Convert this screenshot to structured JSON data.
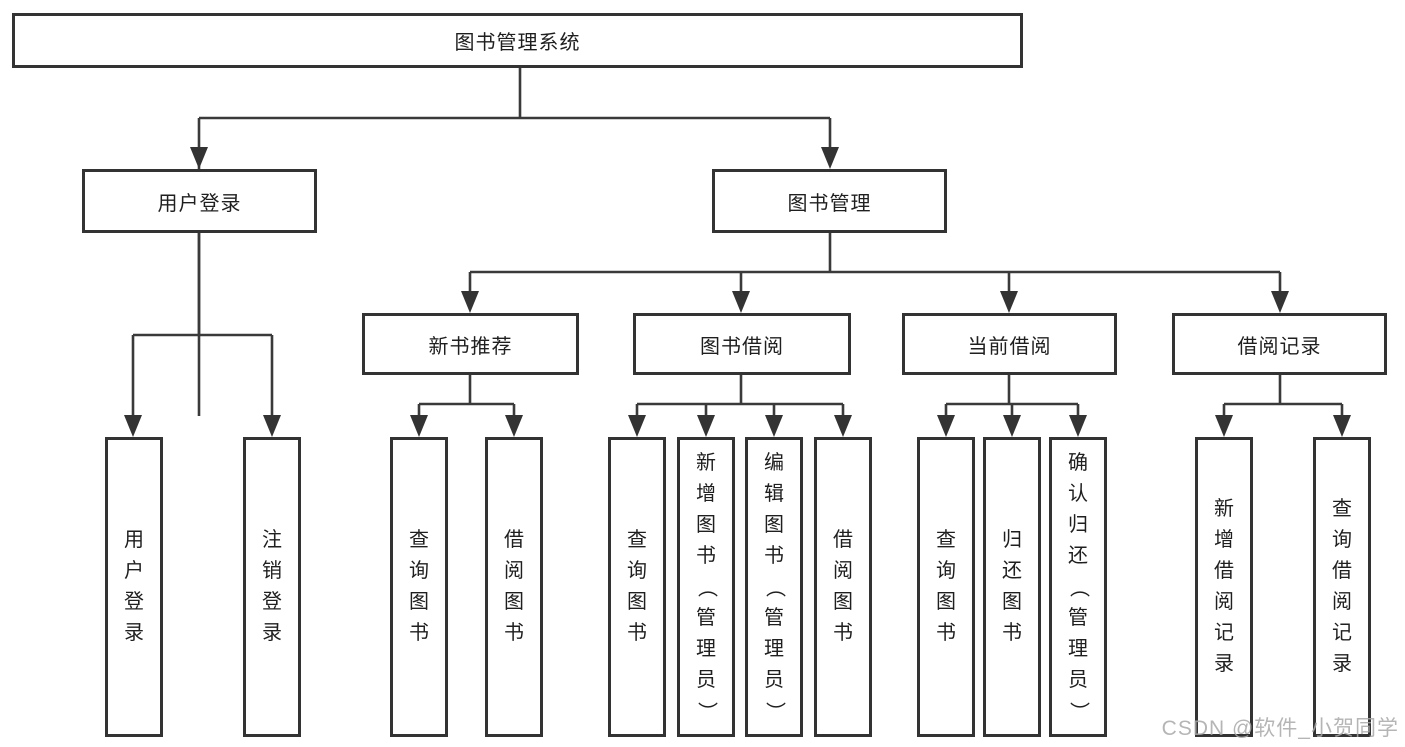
{
  "diagram": {
    "title": "图书管理系统",
    "root": {
      "label": "图书管理系统"
    },
    "level2": [
      {
        "label": "用户登录"
      },
      {
        "label": "图书管理"
      }
    ],
    "level3": [
      {
        "label": "新书推荐"
      },
      {
        "label": "图书借阅"
      },
      {
        "label": "当前借阅"
      },
      {
        "label": "借阅记录"
      }
    ],
    "leaves": [
      {
        "label": "用户登录"
      },
      {
        "label": "注销登录"
      },
      {
        "label": "查询图书"
      },
      {
        "label": "借阅图书"
      },
      {
        "label": "查询图书"
      },
      {
        "label": "新增图书（管理员）"
      },
      {
        "label": "编辑图书（管理员）"
      },
      {
        "label": "借阅图书"
      },
      {
        "label": "查询图书"
      },
      {
        "label": "归还图书"
      },
      {
        "label": "确认归还（管理员）"
      },
      {
        "label": "新增借阅记录"
      },
      {
        "label": "查询借阅记录"
      }
    ]
  },
  "watermark": {
    "text": "CSDN @软件_小贺同学"
  },
  "colors": {
    "line": "#3a3a3a",
    "box_border": "#333333",
    "text": "#1f1f1f",
    "watermark": "#a8a8a8",
    "background": "#ffffff"
  }
}
